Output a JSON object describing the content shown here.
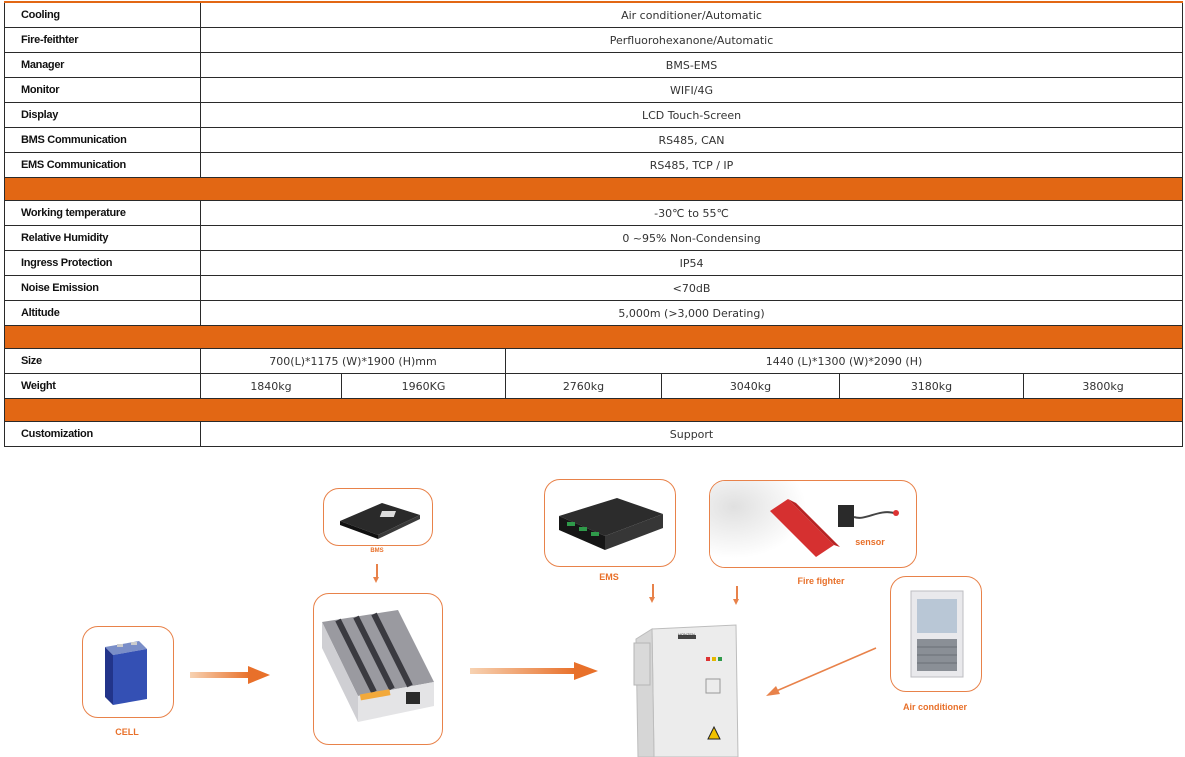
{
  "rows_a": [
    {
      "label": "Cooling",
      "value": "Air conditioner/Automatic"
    },
    {
      "label": "Fire-feithter",
      "value": "Perfluorohexanone/Automatic"
    },
    {
      "label": "Manager",
      "value": "BMS-EMS"
    },
    {
      "label": "Monitor",
      "value": "WIFI/4G"
    },
    {
      "label": "Display",
      "value": "LCD Touch-Screen"
    },
    {
      "label": "BMS Communication",
      "value": "RS485, CAN"
    },
    {
      "label": "EMS Communication",
      "value": "RS485, TCP / IP"
    }
  ],
  "rows_b": [
    {
      "label": "Working temperature",
      "value": "-30℃ to 55℃"
    },
    {
      "label": "Relative Humidity",
      "value": "0 ~95% Non-Condensing"
    },
    {
      "label": "Ingress Protection",
      "value": "IP54"
    },
    {
      "label": "Noise Emission",
      "value": "<70dB"
    },
    {
      "label": "Altitude",
      "value": "5,000m (>3,000 Derating)"
    }
  ],
  "size": {
    "label": "Size",
    "small": "700(L)*1175 (W)*1900 (H)mm",
    "large": "1440 (L)*1300 (W)*2090 (H)"
  },
  "weight": {
    "label": "Weight",
    "values": [
      "1840kg",
      "1960KG",
      "2760kg",
      "3040kg",
      "3180kg",
      "3800kg"
    ]
  },
  "custom": {
    "label": "Customization",
    "value": "Support"
  },
  "diagram": {
    "bms": "BMS",
    "ems": "EMS",
    "fire": "Fire fighter",
    "sensor": "sensor",
    "cell": "CELL",
    "ac": "Air conditioner",
    "cabinet_brand": "HONZEN"
  },
  "colors": {
    "accent": "#e26714",
    "outline": "#e8824a",
    "caption": "#e8702a"
  }
}
